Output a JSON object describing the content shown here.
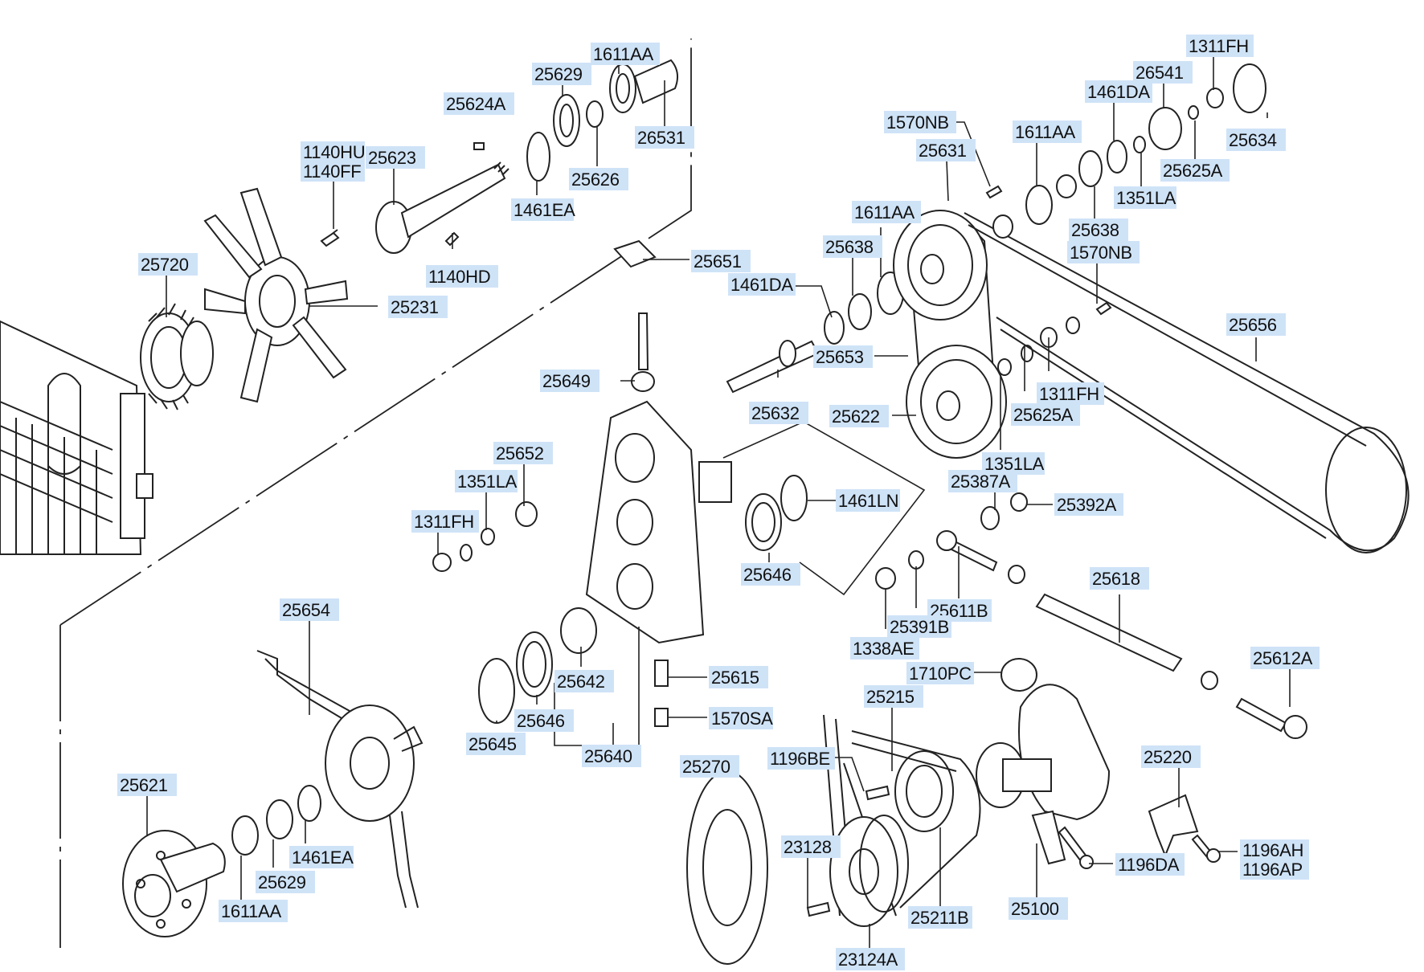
{
  "labels": {
    "l1611AA_a": "1611AA",
    "l25629_a": "25629",
    "l25624A": "25624A",
    "l26531": "26531",
    "l25626": "25626",
    "l1461EA_a": "1461EA",
    "l1140HU": "1140HU",
    "l1140FF": "1140FF",
    "l25623": "25623",
    "l1140HD": "1140HD",
    "l25720": "25720",
    "l25231": "25231",
    "l25651": "25651",
    "l1311FH_a": "1311FH",
    "l26541": "26541",
    "l1461DA_a": "1461DA",
    "l25634": "25634",
    "l1570NB_a": "1570NB",
    "l25631": "25631",
    "l1611AA_b": "1611AA",
    "l25625A_a": "25625A",
    "l1351LA_a": "1351LA",
    "l25638_a": "25638",
    "l1570NB_b": "1570NB",
    "l1611AA_c": "1611AA",
    "l25638_b": "25638",
    "l1461DA_b": "1461DA",
    "l25656": "25656",
    "l25653": "25653",
    "l25649": "25649",
    "l25632": "25632",
    "l25622": "25622",
    "l1311FH_b": "1311FH",
    "l25625A_b": "25625A",
    "l1351LA_b": "1351LA",
    "l25652": "25652",
    "l1351LA_c": "1351LA",
    "l1311FH_c": "1311FH",
    "l25387A": "25387A",
    "l25392A": "25392A",
    "l1461LN": "1461LN",
    "l25646_a": "25646",
    "l25618": "25618",
    "l25611B": "25611B",
    "l25391B": "25391B",
    "l1338AE": "1338AE",
    "l25654": "25654",
    "l25612A": "25612A",
    "l25615": "25615",
    "l25642": "25642",
    "l1710PC": "1710PC",
    "l25215": "25215",
    "l1570SA": "1570SA",
    "l25646_b": "25646",
    "l25645": "25645",
    "l25640": "25640",
    "l25270": "25270",
    "l1196BE": "1196BE",
    "l25220": "25220",
    "l25621": "25621",
    "l1461EA_b": "1461EA",
    "l25629_b": "25629",
    "l1611AA_d": "1611AA",
    "l23128": "23128",
    "l1196DA": "1196DA",
    "l1196AH": "1196AH",
    "l1196AP": "1196AP",
    "l25211B": "25211B",
    "l25100": "25100",
    "l23124A": "23124A"
  }
}
